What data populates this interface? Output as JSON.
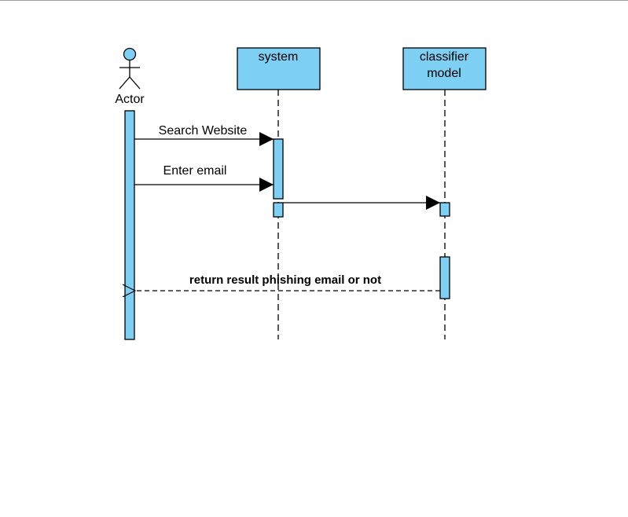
{
  "diagram": {
    "colors": {
      "fill": "#7dcff3",
      "stroke": "#000000"
    },
    "actor": {
      "label": "Actor",
      "icon": "stick-figure-icon"
    },
    "participants": [
      {
        "id": "system",
        "label_lines": [
          "system"
        ]
      },
      {
        "id": "classifier",
        "label_lines": [
          "classifier",
          "model"
        ]
      }
    ],
    "messages": [
      {
        "from": "actor",
        "to": "system",
        "label": "Search Website",
        "style": "solid"
      },
      {
        "from": "actor",
        "to": "system",
        "label": "Enter email",
        "style": "solid"
      },
      {
        "from": "system",
        "to": "classifier",
        "label": "",
        "style": "solid"
      },
      {
        "from": "classifier",
        "to": "actor",
        "label": "return result phishing email or not",
        "style": "dashed-return"
      }
    ]
  }
}
